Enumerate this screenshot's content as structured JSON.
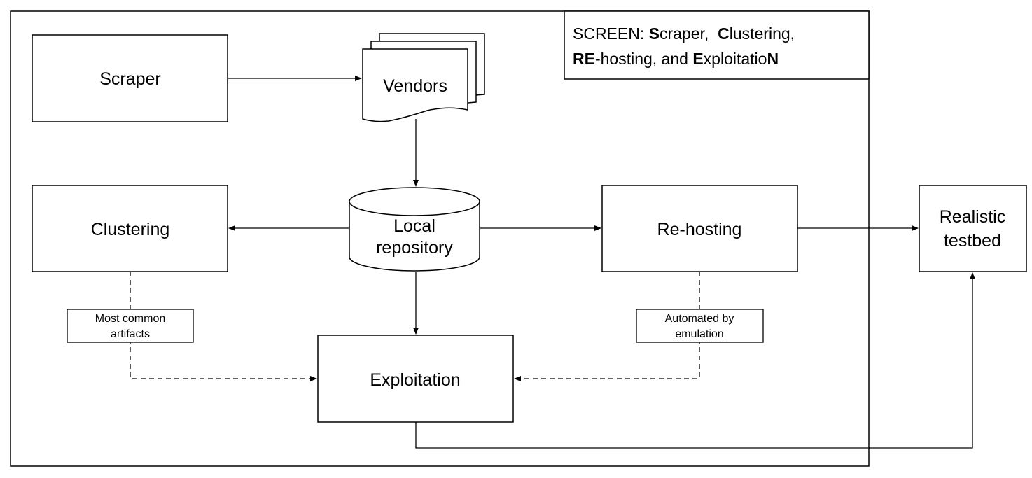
{
  "legend": {
    "line1": [
      {
        "text": "SCREEN: ",
        "bold": false
      },
      {
        "text": "S",
        "bold": true
      },
      {
        "text": "craper,  ",
        "bold": false
      },
      {
        "text": "C",
        "bold": true
      },
      {
        "text": "lustering,",
        "bold": false
      }
    ],
    "line2": [
      {
        "text": "RE",
        "bold": true
      },
      {
        "text": "-hosting, and ",
        "bold": false
      },
      {
        "text": "E",
        "bold": true
      },
      {
        "text": "xploitatio",
        "bold": false
      },
      {
        "text": "N",
        "bold": true
      }
    ]
  },
  "nodes": {
    "scraper": "Scraper",
    "vendors": "Vendors",
    "local_repository": {
      "line1": "Local",
      "line2": "repository"
    },
    "clustering": "Clustering",
    "rehosting": "Re-hosting",
    "exploitation": "Exploitation",
    "realistic_testbed": {
      "line1": "Realistic",
      "line2": "testbed"
    }
  },
  "notes": {
    "most_common_artifacts": {
      "line1": "Most common",
      "line2": "artifacts"
    },
    "automated_by_emulation": {
      "line1": "Automated by",
      "line2": "emulation"
    }
  },
  "colors": {
    "stroke": "#000000",
    "background": "#ffffff"
  }
}
